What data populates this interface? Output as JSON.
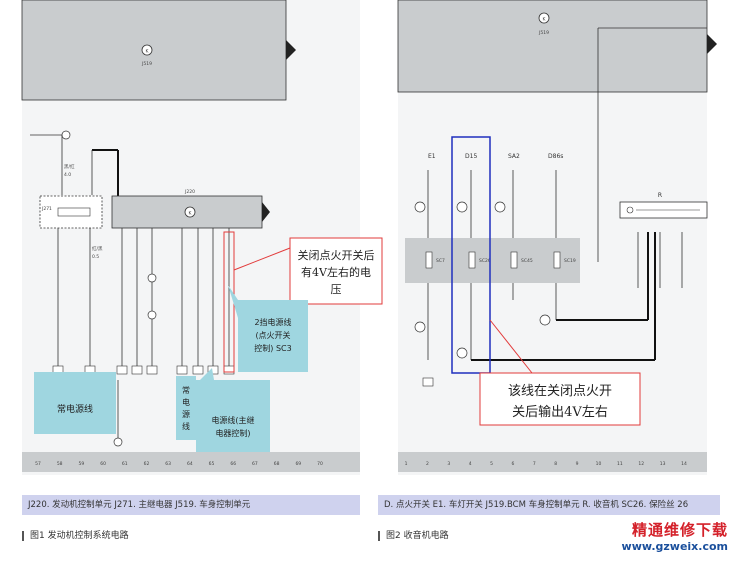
{
  "left_diagram": {
    "module_j519": "J519",
    "module_j220": "J220",
    "module_j271": "J271",
    "k_symbol": "K",
    "wire_labels": {
      "top": "黑/红",
      "w1": "4.0",
      "w2": "红/黑",
      "w3": "0.5"
    },
    "callout_voltage": "关闭点火开关后有",
    "callout_voltage_l1": "关闭点火开关后",
    "callout_voltage_l2": "有4V左右的电",
    "callout_voltage_l3": "压",
    "callout_sc3_l1": "2挡电源线",
    "callout_sc3_l2": "(点火开关",
    "callout_sc3_l3": "控制) SC3",
    "callout_constant": "常电源线",
    "callout_vconst_l1": "常",
    "callout_vconst_l2": "电",
    "callout_vconst_l3": "源",
    "callout_vconst_l4": "线",
    "callout_relay_l1": "电源线(主继",
    "callout_relay_l2": "电器控制)",
    "bottom_numbers": [
      "57",
      "58",
      "59",
      "60",
      "61",
      "62",
      "63",
      "64",
      "65",
      "66",
      "67",
      "68",
      "69",
      "70"
    ]
  },
  "right_diagram": {
    "module_j519": "J519",
    "k_symbol": "K",
    "r_label": "R",
    "e1_label": "E1",
    "d15_label": "D15",
    "sa2_label": "SA2",
    "d86s_label": "D86s",
    "fuses": [
      "SC7",
      "SC26",
      "SC45",
      "SC19"
    ],
    "callout_output_l1": "该线在关闭点火开",
    "callout_output_l2": "关后输出4V左右",
    "bottom_numbers": [
      "1",
      "2",
      "3",
      "4",
      "5",
      "6",
      "7",
      "8",
      "9",
      "10",
      "11",
      "12",
      "13",
      "14"
    ]
  },
  "legend_left": "J220. 发动机控制单元    J271. 主继电器    J519. 车身控制单元",
  "legend_right": "D. 点火开关    E1. 车灯开关    J519.BCM 车身控制单元    R. 收音机    SC26. 保险丝 26",
  "figure1_caption": "图1  发动机控制系统电路",
  "figure2_caption": "图2  收音机电路",
  "watermark_cn": "精通维修下载",
  "watermark_url": "www.gzweix.com",
  "colors": {
    "panel": "#f4f5f6",
    "module": "#c9ccce",
    "callout_fill": "#9fd6e0",
    "red_box": "#e23b3b",
    "blue_box": "#1f2fbd",
    "legend": "#cfd2ee"
  }
}
